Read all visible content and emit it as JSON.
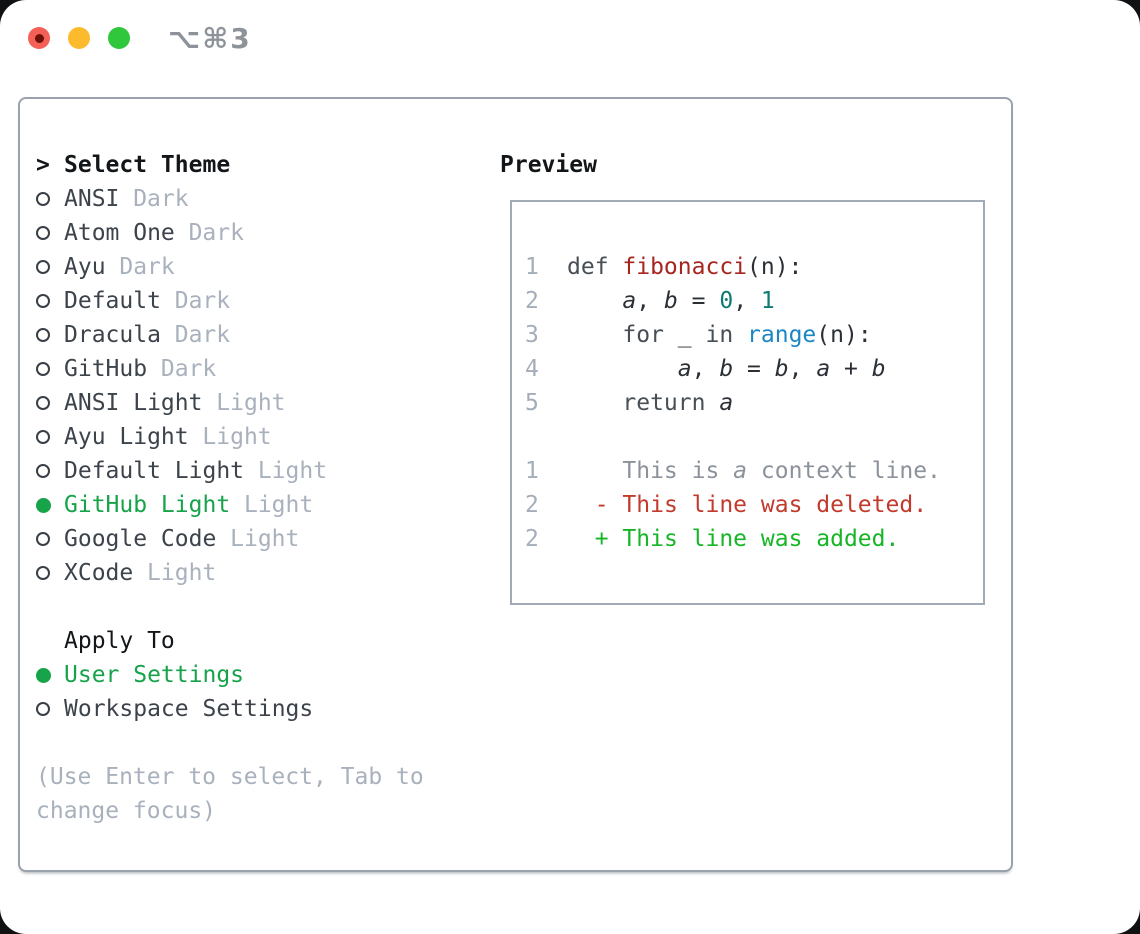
{
  "window": {
    "title": "⌥⌘3"
  },
  "theme_panel": {
    "header_marker": ">",
    "header_label": "Select Theme",
    "themes": [
      {
        "name": "ANSI",
        "variant": "Dark",
        "selected": false
      },
      {
        "name": "Atom One",
        "variant": "Dark",
        "selected": false
      },
      {
        "name": "Ayu",
        "variant": "Dark",
        "selected": false
      },
      {
        "name": "Default",
        "variant": "Dark",
        "selected": false
      },
      {
        "name": "Dracula",
        "variant": "Dark",
        "selected": false
      },
      {
        "name": "GitHub",
        "variant": "Dark",
        "selected": false
      },
      {
        "name": "ANSI Light",
        "variant": "Light",
        "selected": false
      },
      {
        "name": "Ayu Light",
        "variant": "Light",
        "selected": false
      },
      {
        "name": "Default Light",
        "variant": "Light",
        "selected": false
      },
      {
        "name": "GitHub Light",
        "variant": "Light",
        "selected": true
      },
      {
        "name": "Google Code",
        "variant": "Light",
        "selected": false
      },
      {
        "name": "XCode",
        "variant": "Light",
        "selected": false
      }
    ],
    "apply_to_label": "Apply To",
    "apply_options": [
      {
        "name": "User Settings",
        "selected": true
      },
      {
        "name": "Workspace Settings",
        "selected": false
      }
    ],
    "help_lines": [
      "(Use Enter to select, Tab to",
      "change focus)"
    ]
  },
  "preview": {
    "label": "Preview",
    "lines": [
      {
        "num": "1",
        "segs": [
          {
            "t": "def ",
            "c": "kw"
          },
          {
            "t": "fibonacci",
            "c": "fn"
          },
          {
            "t": "(n):",
            "c": "pl"
          }
        ]
      },
      {
        "num": "2",
        "segs": [
          {
            "t": "    ",
            "c": "pl"
          },
          {
            "t": "a",
            "c": "vr"
          },
          {
            "t": ", ",
            "c": "pl"
          },
          {
            "t": "b",
            "c": "vr"
          },
          {
            "t": " = ",
            "c": "pl"
          },
          {
            "t": "0",
            "c": "nm"
          },
          {
            "t": ", ",
            "c": "pl"
          },
          {
            "t": "1",
            "c": "nm"
          }
        ]
      },
      {
        "num": "3",
        "segs": [
          {
            "t": "    ",
            "c": "pl"
          },
          {
            "t": "for",
            "c": "kw"
          },
          {
            "t": " _ ",
            "c": "pl"
          },
          {
            "t": "in",
            "c": "kw"
          },
          {
            "t": " ",
            "c": "pl"
          },
          {
            "t": "range",
            "c": "bi"
          },
          {
            "t": "(n):",
            "c": "pl"
          }
        ]
      },
      {
        "num": "4",
        "segs": [
          {
            "t": "        ",
            "c": "pl"
          },
          {
            "t": "a",
            "c": "vr"
          },
          {
            "t": ", ",
            "c": "pl"
          },
          {
            "t": "b",
            "c": "vr"
          },
          {
            "t": " = ",
            "c": "pl"
          },
          {
            "t": "b",
            "c": "vr"
          },
          {
            "t": ", ",
            "c": "pl"
          },
          {
            "t": "a",
            "c": "vr"
          },
          {
            "t": " + ",
            "c": "pl"
          },
          {
            "t": "b",
            "c": "vr"
          }
        ]
      },
      {
        "num": "5",
        "segs": [
          {
            "t": "    ",
            "c": "pl"
          },
          {
            "t": "return",
            "c": "kw"
          },
          {
            "t": " ",
            "c": "pl"
          },
          {
            "t": "a",
            "c": "vr"
          }
        ]
      },
      {
        "num": "",
        "segs": []
      },
      {
        "num": "1",
        "segs": [
          {
            "t": "    This is ",
            "c": "cx"
          },
          {
            "t": "a",
            "c": "cxi"
          },
          {
            "t": " context line.",
            "c": "cx"
          }
        ]
      },
      {
        "num": "2",
        "segs": [
          {
            "t": "  ",
            "c": "pl"
          },
          {
            "t": "- This line was deleted.",
            "c": "dl"
          }
        ]
      },
      {
        "num": "2",
        "segs": [
          {
            "t": "  ",
            "c": "pl"
          },
          {
            "t": "+ This line was added.",
            "c": "ad"
          }
        ]
      }
    ]
  },
  "colors": {
    "accent": "#16a34a",
    "header": "#131619",
    "itemText": "#3c434b",
    "muted": "#a9b1bd",
    "panelBorder": "#9aa2ae",
    "previewBorder": "#a2aab5",
    "lineNumber": "#a4adb9",
    "keyword": "#474e56",
    "funcName": "#a6261f",
    "plain": "#2b3036",
    "numberLit": "#0e7a73",
    "builtin": "#1c86c5",
    "context": "#8b929b",
    "deleted": "#c23a2c",
    "added": "#16b626",
    "titleText": "#8e939a",
    "trafficRed": "#f45f58",
    "trafficRedDot": "#6d1008",
    "trafficYellow": "#fcbb2d",
    "trafficGreen": "#30c73d"
  }
}
